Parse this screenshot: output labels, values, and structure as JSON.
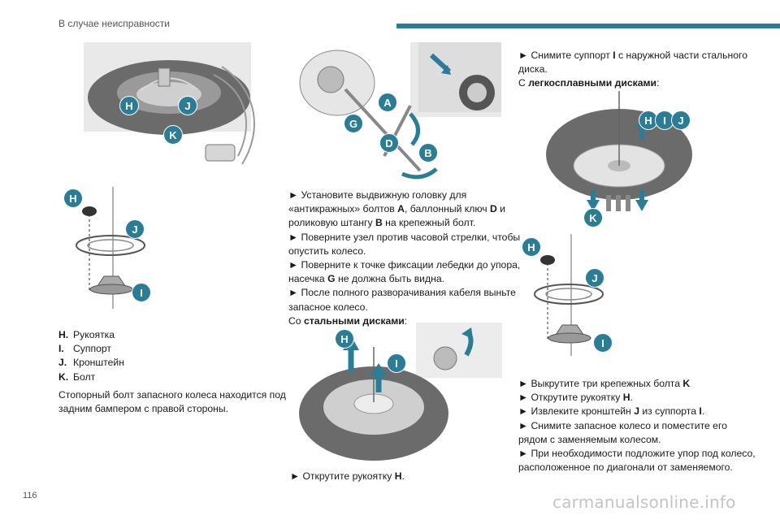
{
  "header": {
    "title": "В случае неисправности"
  },
  "page_number": "116",
  "watermark": "carmanualsonline.info",
  "colors": {
    "accent": "#2a7d96",
    "figure_bg": "#ededed",
    "tyre": "#6b6b6b"
  },
  "figures": {
    "spare_wheel_top": {
      "badges": [
        "H",
        "J",
        "K"
      ]
    },
    "parts_left": {
      "badges": [
        "H",
        "J",
        "I"
      ]
    },
    "winch_wrench": {
      "badges": [
        "A",
        "G",
        "D",
        "B"
      ]
    },
    "steel_wheel": {
      "badges": [
        "H",
        "I"
      ]
    },
    "alloy_wheel": {
      "badges": [
        "H",
        "I",
        "J",
        "K"
      ]
    },
    "parts_right": {
      "badges": [
        "H",
        "J",
        "I"
      ]
    }
  },
  "legend": [
    {
      "key": "H.",
      "label": "Рукоятка"
    },
    {
      "key": "I.",
      "label": "Суппорт"
    },
    {
      "key": "J.",
      "label": "Кронштейн"
    },
    {
      "key": "K.",
      "label": "Болт"
    }
  ],
  "col1": {
    "para_lines": [
      "Стопорный болт запасного колеса находится под",
      "задним бампером с правой стороны."
    ]
  },
  "col2": {
    "lines": [
      "► Установите выдвижную головку для",
      "«антикражных» болтов ",
      "роликовую штангу ",
      "► Поверните узел против часовой стрелки, чтобы",
      "опустить колесо.",
      "► Поверните к точке фиксации лебедки до упора,",
      "насечка ",
      "► После полного разворачивания кабеля выньте",
      "запасное колесо.",
      "Со "
    ],
    "line2_bold": "A",
    "line2_rest": ", баллонный ключ ",
    "line2_bold2": "D",
    "line2_end": " и",
    "line3_bold": "B",
    "line3_end": " на крепежный болт.",
    "line7_bold": "G",
    "line7_end": " не должна быть видна.",
    "steel_bold": "стальными дисками",
    "steel_end": ":",
    "bottom_line": "► Открутите рукоятку ",
    "bottom_bold": "H",
    "bottom_end": "."
  },
  "col3": {
    "top_lines": [
      "► Снимите суппорт ",
      "диска.",
      "С "
    ],
    "top1_bold": "I",
    "top1_end": " с наружной части стального",
    "alloy_bold": "легкосплавными дисками",
    "alloy_end": ":",
    "steps": [
      {
        "pre": "► Выкрутите три крепежных болта ",
        "bold": "K",
        "post": ""
      },
      {
        "pre": "► Открутите рукоятку ",
        "bold": "H",
        "post": "."
      },
      {
        "pre": "► Извлеките кронштейн ",
        "bold": "J",
        "post": " из суппорта "
      },
      {
        "pre": "► Снимите запасное колесо и поместите его",
        "bold": "",
        "post": ""
      },
      {
        "pre": "рядом с заменяемым колесом.",
        "bold": "",
        "post": ""
      },
      {
        "pre": "► При необходимости подложите упор под колесо,",
        "bold": "",
        "post": ""
      },
      {
        "pre": "расположенное по диагонали от заменяемого.",
        "bold": "",
        "post": ""
      }
    ],
    "step3_bold2": "I",
    "step3_end": "."
  }
}
